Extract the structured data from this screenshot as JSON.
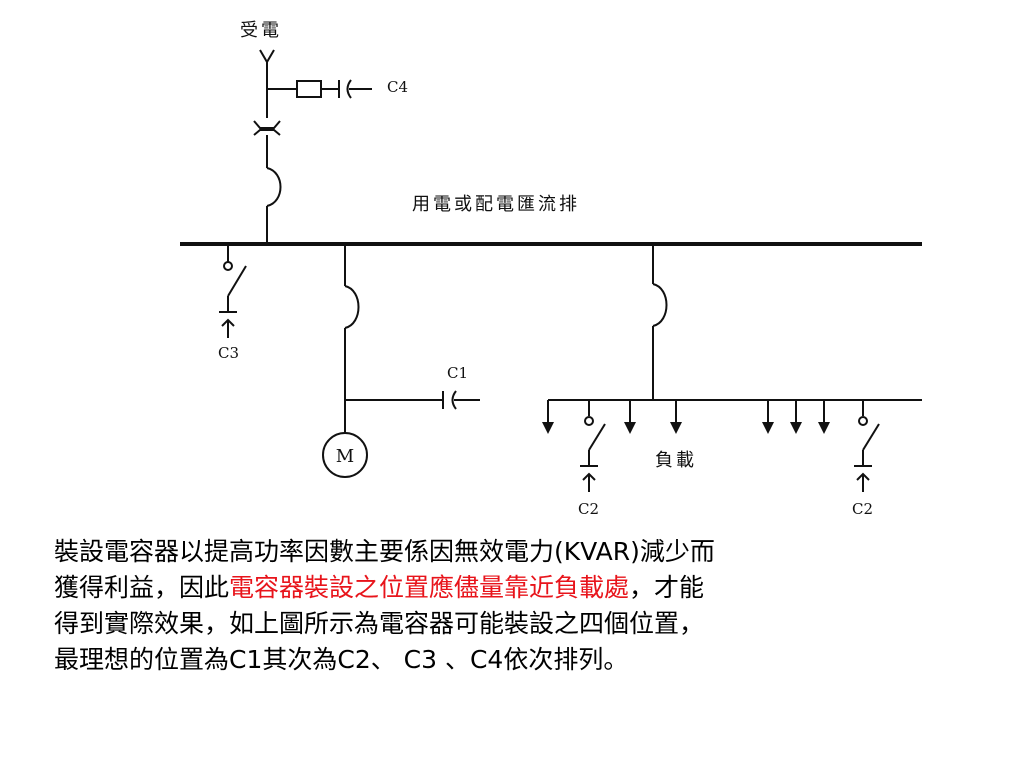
{
  "diagram": {
    "supply_label": "受電",
    "bus_label": "用電或配電匯流排",
    "load_label": "負載",
    "motor_label": "M",
    "capacitor_labels": {
      "c1": "C1",
      "c2_left": "C2",
      "c2_right": "C2",
      "c3": "C3",
      "c4": "C4"
    }
  },
  "caption": {
    "line1": "裝設電容器以提高功率因數主要係因無效電力(KVAR)減少而",
    "line2_before": "獲得利益，因此",
    "line2_highlight": "電容器裝設之位置應儘量靠近負載處",
    "line2_after": "，才能",
    "line3": "得到實際效果，如上圖所示為電容器可能裝設之四個位置，",
    "line4": "最理想的位置為C1其次為C2、 C3 、C4依次排列。",
    "highlight_color": "#e8141b"
  }
}
